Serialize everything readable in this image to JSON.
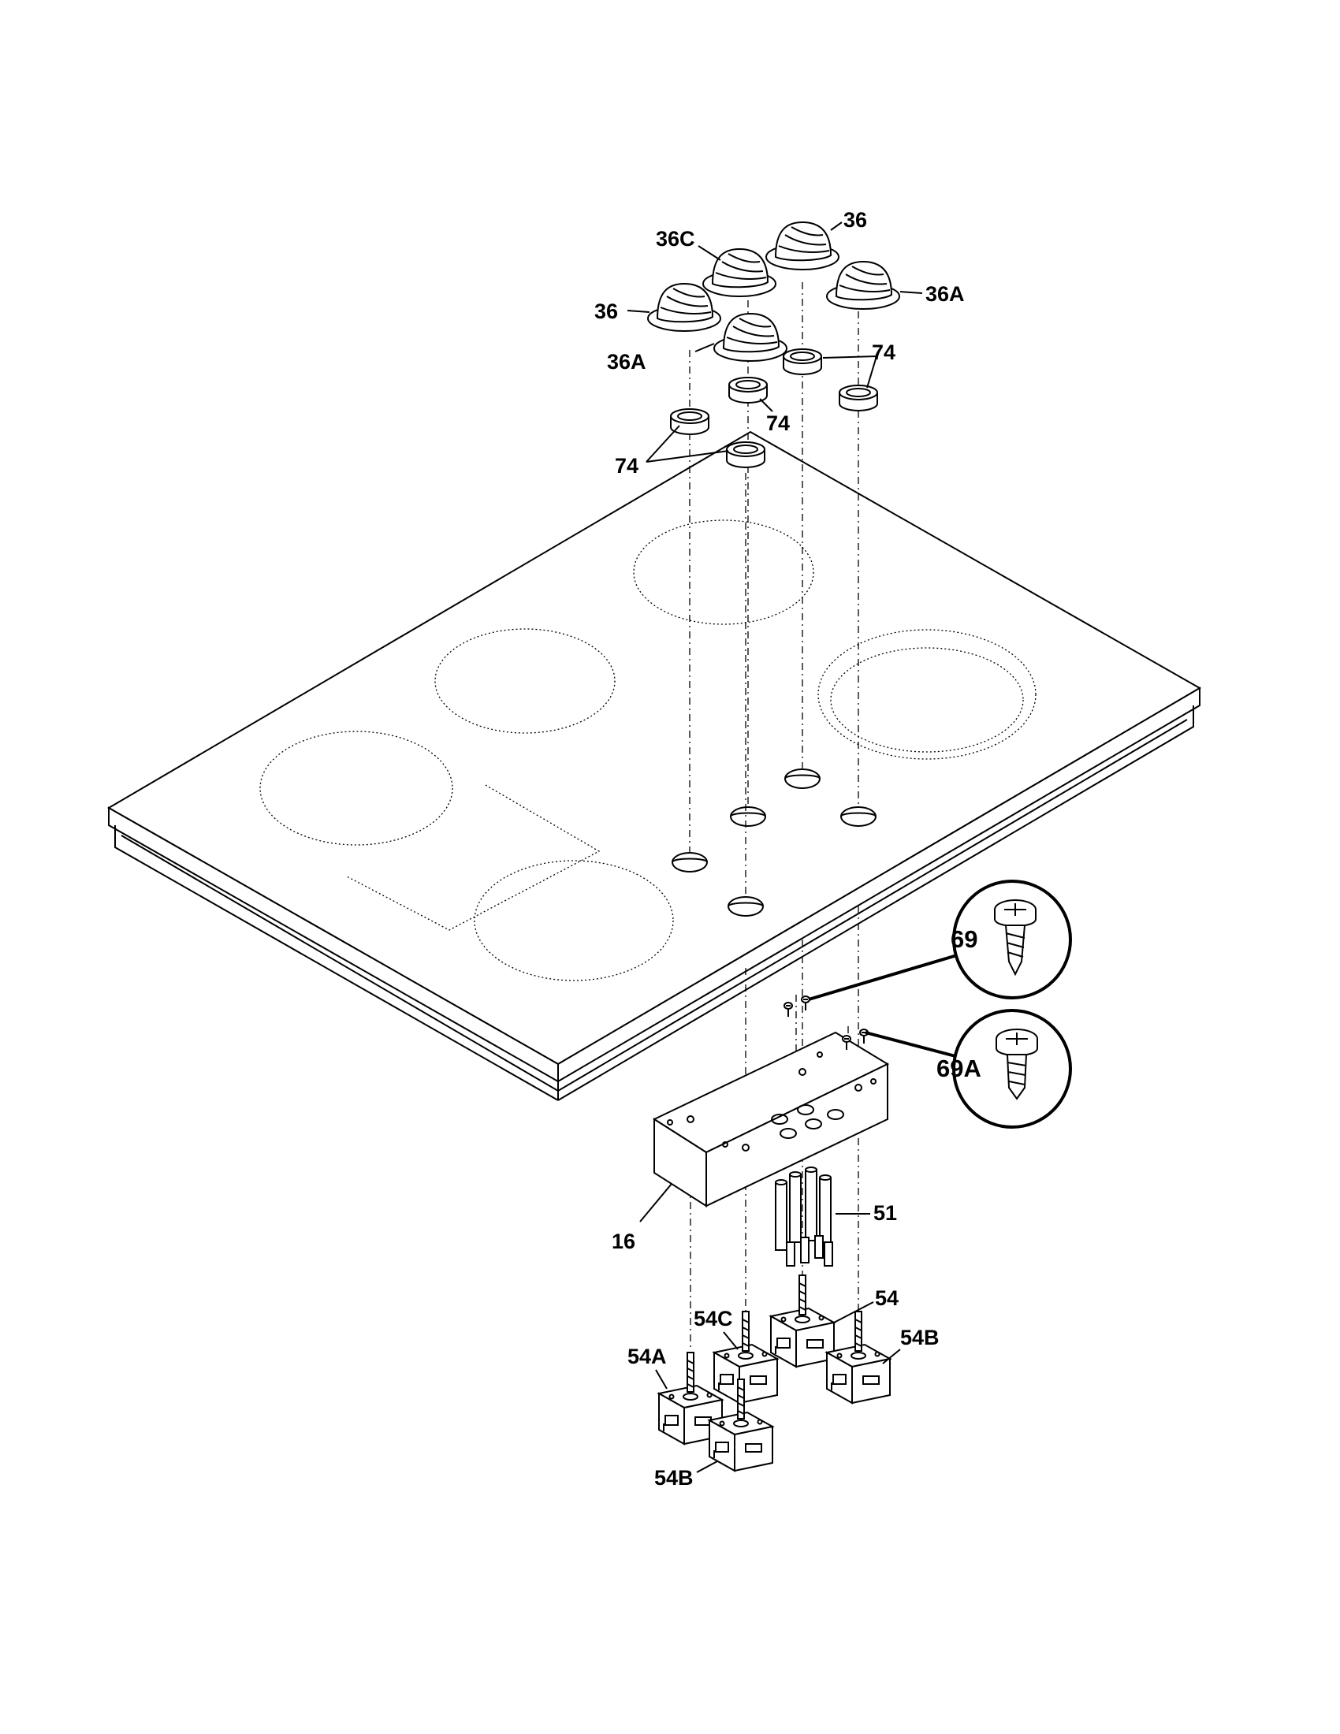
{
  "labels": {
    "knob_36_top": "36",
    "knob_36c": "36C",
    "knob_36_left": "36",
    "knob_36a_right": "36A",
    "knob_36a_left": "36A",
    "bezel_74_right": "74",
    "bezel_74_mid": "74",
    "bezel_74_left": "74",
    "screw_69": "69",
    "screw_69a": "69A",
    "bracket_16": "16",
    "switch_51": "51",
    "switch_54": "54",
    "switch_54c": "54C",
    "switch_54b_right": "54B",
    "switch_54a": "54A",
    "switch_54b_bottom": "54B"
  }
}
